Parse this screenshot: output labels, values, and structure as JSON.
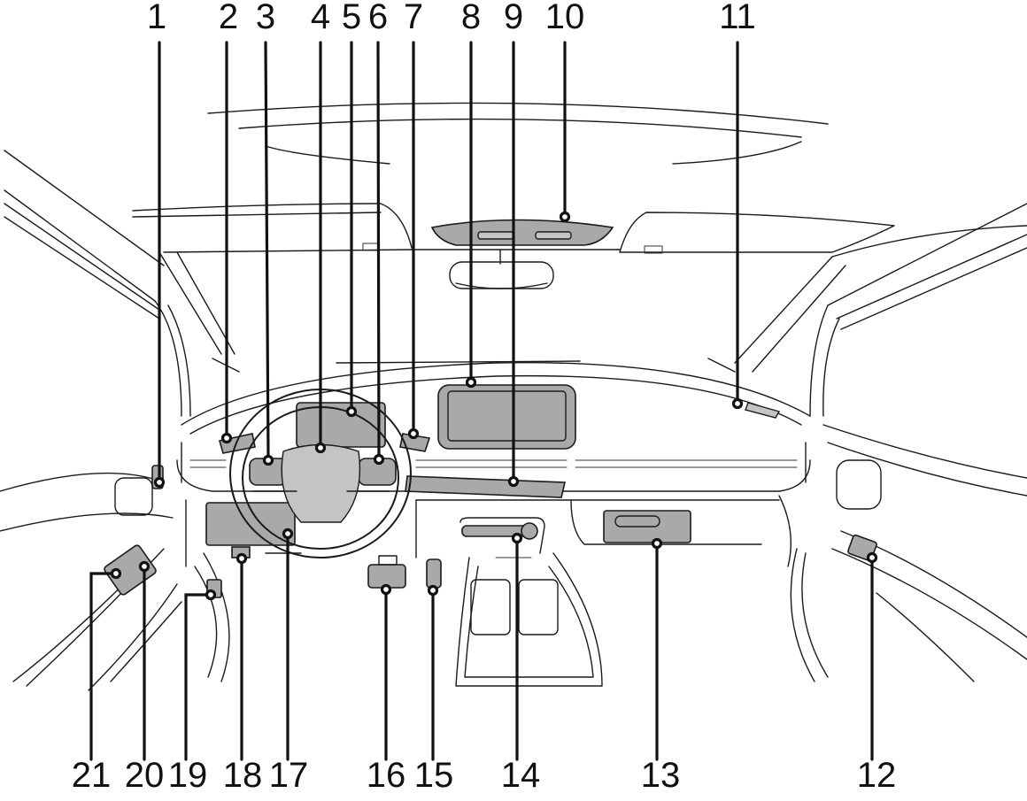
{
  "callouts": [
    {
      "id": "1",
      "label": "1"
    },
    {
      "id": "2",
      "label": "2"
    },
    {
      "id": "3",
      "label": "3"
    },
    {
      "id": "4",
      "label": "4"
    },
    {
      "id": "5",
      "label": "5"
    },
    {
      "id": "6",
      "label": "6"
    },
    {
      "id": "7",
      "label": "7"
    },
    {
      "id": "8",
      "label": "8"
    },
    {
      "id": "9",
      "label": "9"
    },
    {
      "id": "10",
      "label": "10"
    },
    {
      "id": "11",
      "label": "11"
    },
    {
      "id": "12",
      "label": "12"
    },
    {
      "id": "13",
      "label": "13"
    },
    {
      "id": "14",
      "label": "14"
    },
    {
      "id": "15",
      "label": "15"
    },
    {
      "id": "16",
      "label": "16"
    },
    {
      "id": "17",
      "label": "17"
    },
    {
      "id": "18",
      "label": "18"
    },
    {
      "id": "19",
      "label": "19"
    },
    {
      "id": "20",
      "label": "20"
    },
    {
      "id": "21",
      "label": "21"
    }
  ],
  "colors": {
    "line": "#1a1a1a",
    "highlight": "#a9a9a9",
    "background": "#ffffff"
  }
}
